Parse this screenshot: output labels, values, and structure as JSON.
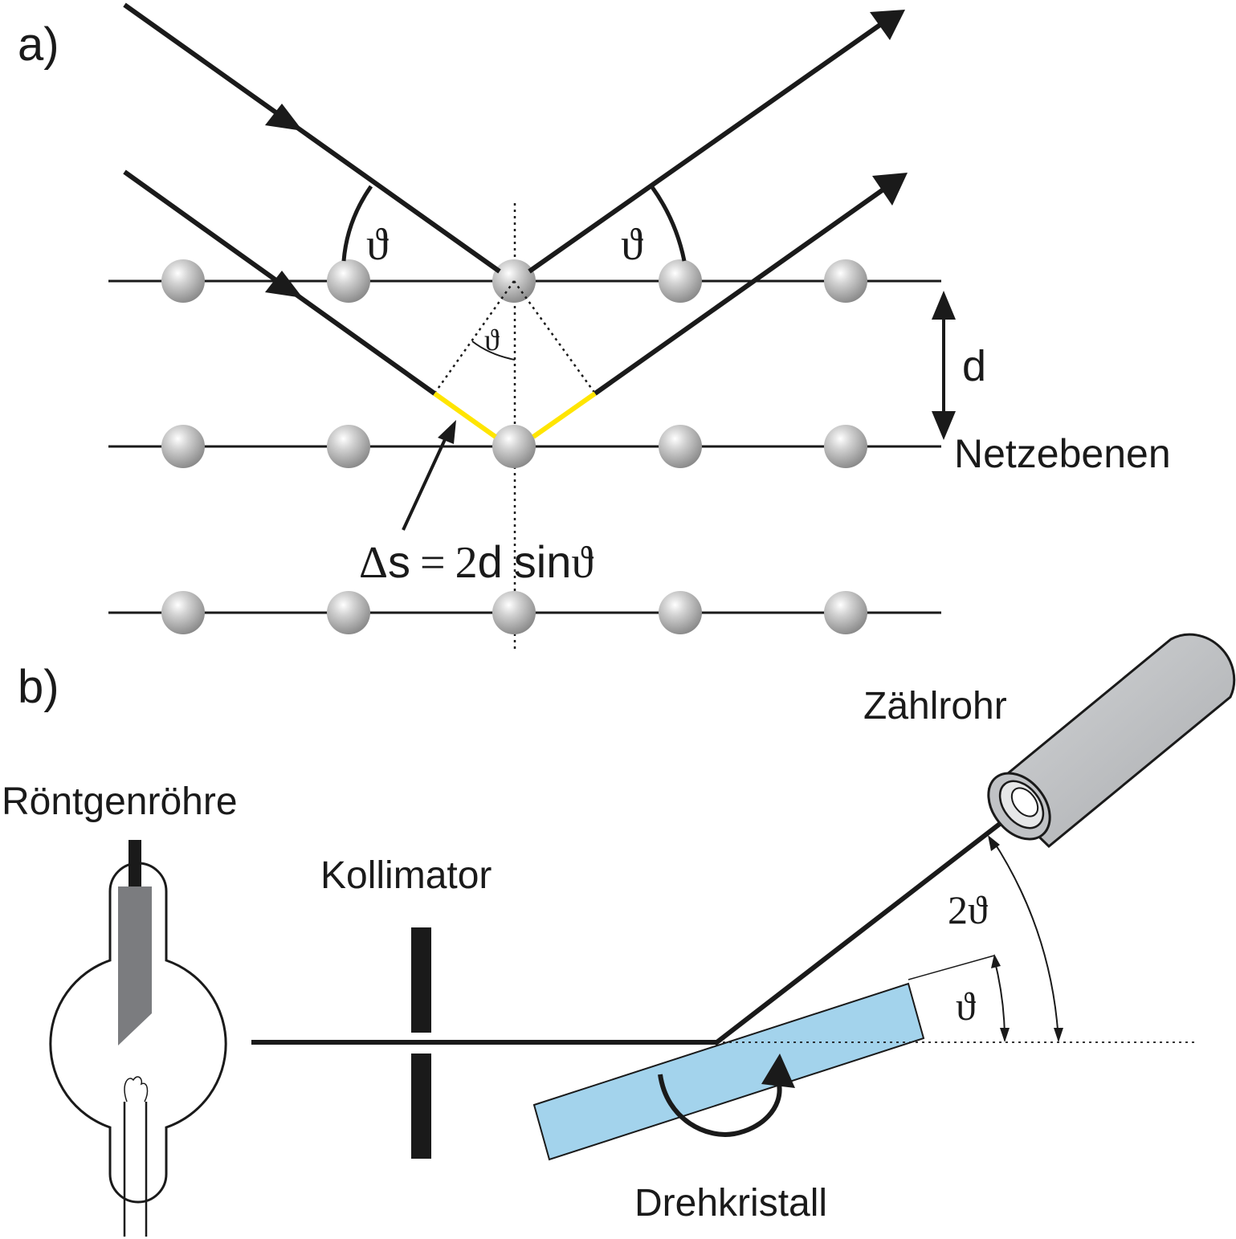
{
  "panel_a": {
    "label": "a)",
    "theta_left": "ϑ",
    "theta_right": "ϑ",
    "theta_small": "ϑ",
    "spacing_label": "d",
    "planes_label": "Netzebenen",
    "bragg_delta": "Δ",
    "bragg_s": "s",
    "bragg_eq": "=",
    "bragg_two": "2",
    "bragg_d": "d",
    "bragg_sin": "sin",
    "bragg_theta": "ϑ"
  },
  "panel_b": {
    "label": "b)",
    "tube_label": "Röntgenröhre",
    "collimator_label": "Kollimator",
    "counter_label": "Zählrohr",
    "crystal_label": "Drehkristall",
    "two_theta_label": "2ϑ",
    "theta_label": "ϑ"
  },
  "colors": {
    "ink": "#1a1a1a",
    "path_difference": "#ffe500",
    "crystal": "#a3d3ec",
    "counter_tube": "#c0c2c5",
    "atom": "#b8b8b8"
  }
}
